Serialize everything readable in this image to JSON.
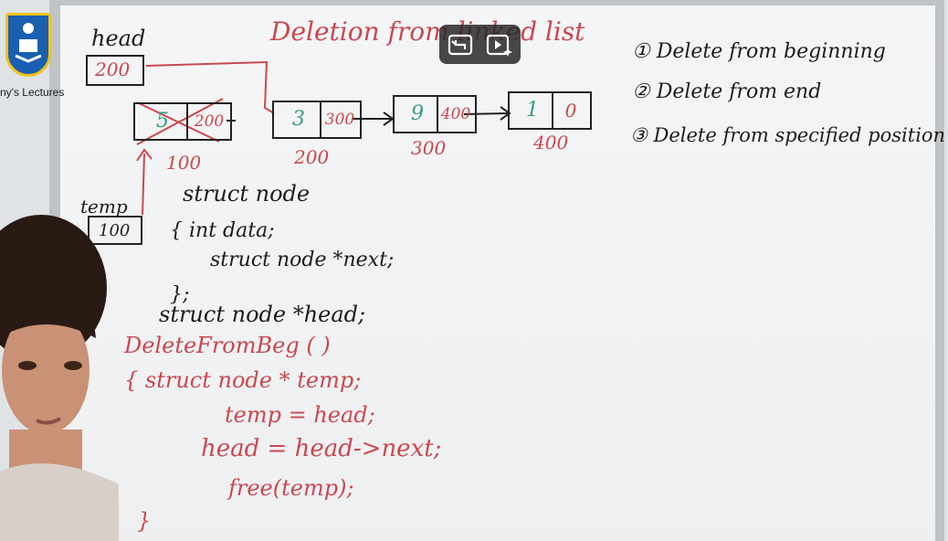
{
  "logo": {
    "label": "ny's Lectures"
  },
  "board": {
    "title": "Deletion from linked list",
    "head_label": "head",
    "head_value": "200",
    "temp_label": "temp",
    "temp_value": "100",
    "nodes": [
      {
        "data": "5",
        "next": "200",
        "address": "100"
      },
      {
        "data": "3",
        "next": "300",
        "address": "200"
      },
      {
        "data": "9",
        "next": "400",
        "address": "300"
      },
      {
        "data": "1",
        "next": "0",
        "address": "400"
      }
    ],
    "list": [
      "① Delete from beginning",
      "② Delete from end",
      "③ Delete from specified position"
    ],
    "struct_code": [
      "struct node",
      "{    int data;",
      "struct node *next;",
      "};",
      "struct node *head;"
    ],
    "func_code": [
      "DeleteFromBeg ( )",
      "{    struct node * temp;",
      "temp = head;",
      "head = head->next;",
      "free(temp);",
      "}"
    ]
  },
  "controls": {
    "exit_fullscreen": "exit-fullscreen-icon",
    "video_sparkle": "video-sparkle-icon"
  },
  "colors": {
    "red_ink": "#c9484f",
    "black_ink": "#1c1c1c",
    "green_ink": "#3c9a80"
  }
}
